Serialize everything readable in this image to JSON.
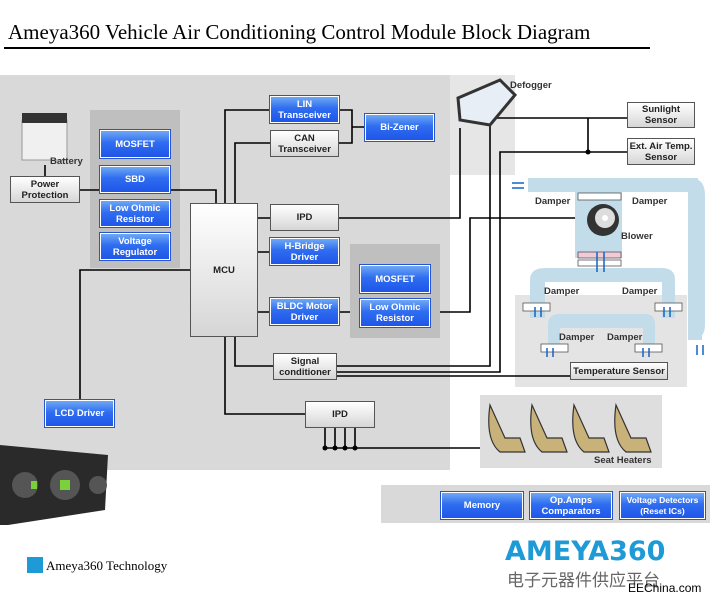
{
  "title": "Ameya360 Vehicle Air Conditioning Control Module Block Diagram",
  "battery": {
    "label": "Battery",
    "power_protection": "Power Protection",
    "items": [
      "MOSFET",
      "SBD",
      "Low Ohmic Resistor",
      "Voltage Regulator"
    ]
  },
  "mcu": "MCU",
  "comm": {
    "lin": "LIN Transceiver",
    "can": "CAN Transceiver",
    "bizener": "Bi-Zener"
  },
  "drivers": {
    "ipd": "IPD",
    "hbridge": "H-Bridge Driver",
    "bldc": "BLDC Motor Driver",
    "mosfet": "MOSFET",
    "low_ohmic": "Low Ohmic Resistor",
    "signal": "Signal conditioner",
    "ipd2": "IPD",
    "lcd": "LCD Driver"
  },
  "hvac": {
    "defogger": "Defogger",
    "sunlight": "Sunlight Sensor",
    "ext_air": "Ext. Air Temp. Sensor",
    "damper": "Damper",
    "blower": "Blower",
    "temp_sensor": "Temperature Sensor",
    "seat_heaters": "Seat Heaters"
  },
  "bottom": {
    "memory": "Memory",
    "opamps": "Op.Amps Comparators",
    "voltage_det": "Voltage Detectors (Reset ICs)"
  },
  "legend": {
    "label": "Ameya360 Technology",
    "color": "#1e9ad6"
  },
  "logo": {
    "brand": "AMEYA360",
    "tagline": "电子元器件供应平台",
    "source": "EEChina.com"
  }
}
